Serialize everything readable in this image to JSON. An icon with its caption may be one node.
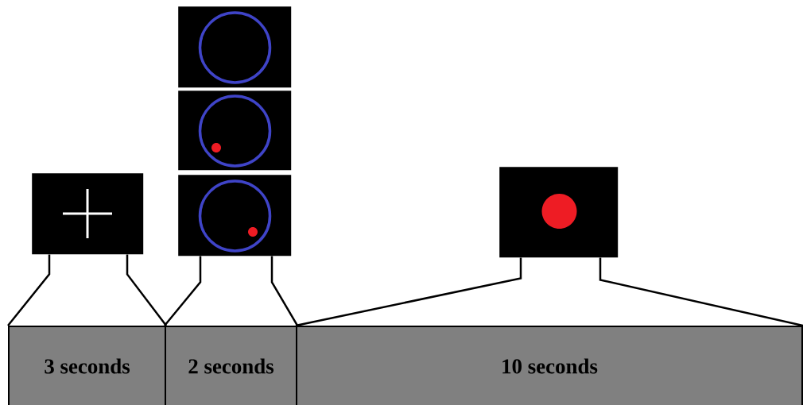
{
  "diagram": {
    "nodes": [
      {
        "text": [],
        "shape": "picture"
      },
      {
        "text": [],
        "shape": "picture"
      },
      {
        "text": [],
        "shape": "picture"
      },
      {
        "text": [],
        "shape": "picture"
      },
      {
        "text": [],
        "shape": "picture"
      },
      {
        "text": [
          "3 seconds"
        ]
      },
      {
        "text": [
          "2 seconds"
        ]
      },
      {
        "text": [
          "10 seconds"
        ]
      }
    ],
    "edges": [
      {
        "from": 0,
        "to": 5,
        "arrow": "none"
      },
      {
        "from": 0,
        "to": 5,
        "arrow": "none"
      },
      {
        "from": 3,
        "to": 6,
        "arrow": "none"
      },
      {
        "from": 3,
        "to": 6,
        "arrow": "none"
      },
      {
        "from": 4,
        "to": 7,
        "arrow": "none"
      },
      {
        "from": 4,
        "to": 7,
        "arrow": "none"
      }
    ]
  }
}
